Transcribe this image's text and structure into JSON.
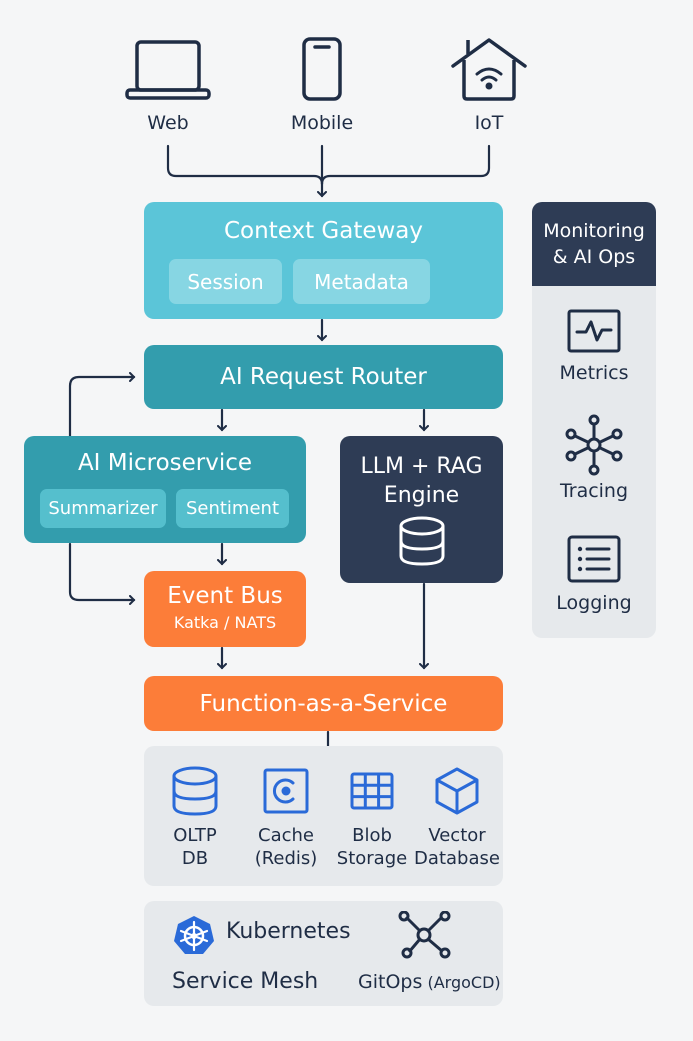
{
  "clients": [
    {
      "label": "Web",
      "icon": "laptop-icon"
    },
    {
      "label": "Mobile",
      "icon": "smartphone-icon"
    },
    {
      "label": "IoT",
      "icon": "smart-home-icon"
    }
  ],
  "context_gateway": {
    "title": "Context Gateway",
    "chips": [
      "Session",
      "Metadata"
    ]
  },
  "request_router": {
    "title": "AI Request Router"
  },
  "ai_microservice": {
    "title": "AI Microservice",
    "chips": [
      "Summarizer",
      "Sentiment"
    ]
  },
  "llm_engine": {
    "title_line1": "LLM + RAG",
    "title_line2": "Engine",
    "icon": "database-icon"
  },
  "event_bus": {
    "title": "Event Bus",
    "subtitle": "Katka / NATS"
  },
  "faas": {
    "title": "Function-as-a-Service"
  },
  "storage": [
    {
      "line1": "OLTP",
      "line2": "DB",
      "icon": "database-icon"
    },
    {
      "line1": "Cache",
      "line2": "(Redis)",
      "icon": "cache-icon"
    },
    {
      "line1": "Blob",
      "line2": "Storage",
      "icon": "grid-icon"
    },
    {
      "line1": "Vector",
      "line2": "Database",
      "icon": "cube-icon"
    }
  ],
  "platform": {
    "kubernetes": "Kubernetes",
    "service_mesh": "Service Mesh",
    "gitops": "GitOps",
    "gitops_suffix": "(ArgoCD)"
  },
  "monitoring": {
    "title_line1": "Monitoring",
    "title_line2": "& AI Ops",
    "items": [
      {
        "label": "Metrics",
        "icon": "pulse-monitor-icon"
      },
      {
        "label": "Tracing",
        "icon": "network-hub-icon"
      },
      {
        "label": "Logging",
        "icon": "list-icon"
      }
    ]
  },
  "colors": {
    "background": "#f5f6f7",
    "gateway": "#5bc5d8",
    "router": "#339dad",
    "microservice": "#339dad",
    "llm": "#2e3c55",
    "orange": "#fc7d39",
    "panel": "#e6e9ec",
    "ink": "#1f2d45",
    "icon_blue": "#2a6ad8"
  }
}
